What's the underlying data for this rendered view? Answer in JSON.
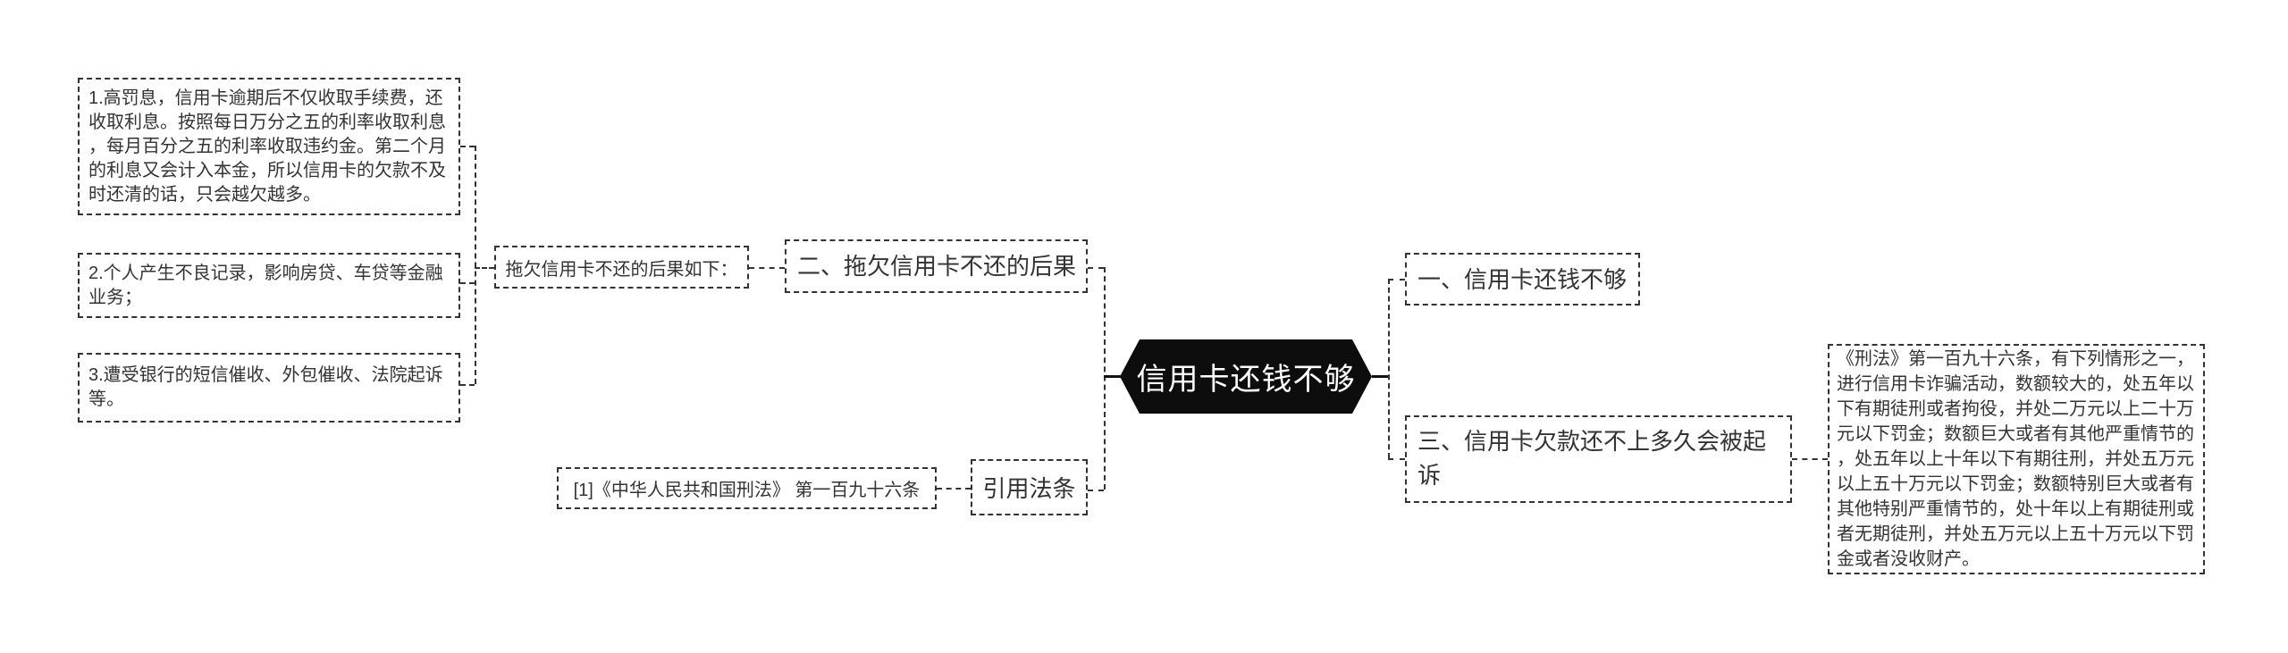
{
  "diagram": {
    "root": {
      "label": "信用卡还钱不够"
    },
    "left_branch": {
      "node_consequences": "二、拖欠信用卡不还的后果",
      "consequences_label": "拖欠信用卡不还的后果如下：",
      "notes": [
        "1.高罚息，信用卡逾期后不仅收取手续费，还收取利息。按照每日万分之五的利率收取利息，每月百分之五的利率收取违约金。第二个月的利息又会计入本金，所以信用卡的欠款不及时还清的话，只会越欠越多。",
        "2.个人产生不良记录，影响房贷、车贷等金融业务；",
        "3.遭受银行的短信催收、外包催收、法院起诉等。"
      ],
      "ref_node": "引用法条",
      "citation": "[1]《中华人民共和国刑法》 第一百九十六条"
    },
    "right_branch": {
      "node_not_enough": "一、信用卡还钱不够",
      "node_sued": "三、信用卡欠款还不上多久会被起诉",
      "law_detail": "《刑法》第一百九十六条，有下列情形之一，进行信用卡诈骗活动，数额较大的，处五年以下有期徒刑或者拘役，并处二万元以上二十万元以下罚金；数额巨大或者有其他严重情节的，处五年以上十年以下有期往刑，并处五万元以上五十万元以下罚金；数额特别巨大或者有其他特别严重情节的，处十年以上有期徒刑或者无期徒刑，并处五万元以上五十万元以下罚金或者没收财产。"
    },
    "colors": {
      "line": "#333333",
      "text": "#333333",
      "root_background": "#0d0d0d",
      "root_text": "#ffffff",
      "background": "#ffffff"
    }
  }
}
